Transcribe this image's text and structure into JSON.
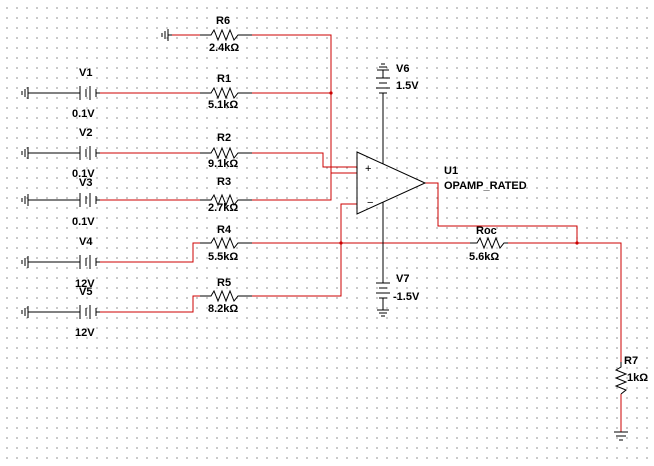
{
  "colors": {
    "wire": "#cc0000",
    "component": "#000000",
    "junction": "#cc0000"
  },
  "opamp": {
    "ref": "U1",
    "model": "OPAMP_RATED"
  },
  "sources": {
    "V1": {
      "ref": "V1",
      "value": "0.1V"
    },
    "V2": {
      "ref": "V2",
      "value": "0.1V"
    },
    "V3": {
      "ref": "V3",
      "value": "0.1V"
    },
    "V4": {
      "ref": "V4",
      "value": "12V"
    },
    "V5": {
      "ref": "V5",
      "value": "12V"
    },
    "V6": {
      "ref": "V6",
      "value": "1.5V"
    },
    "V7": {
      "ref": "V7",
      "value": "-1.5V"
    }
  },
  "resistors": {
    "R1": {
      "ref": "R1",
      "value": "5.1kΩ"
    },
    "R2": {
      "ref": "R2",
      "value": "9.1kΩ"
    },
    "R3": {
      "ref": "R3",
      "value": "2.7kΩ"
    },
    "R4": {
      "ref": "R4",
      "value": "5.5kΩ"
    },
    "R5": {
      "ref": "R5",
      "value": "8.2kΩ"
    },
    "R6": {
      "ref": "R6",
      "value": "2.4kΩ"
    },
    "R7": {
      "ref": "R7",
      "value": "1kΩ"
    },
    "Roc": {
      "ref": "Roc",
      "value": "5.6kΩ"
    }
  },
  "opamp_pins": {
    "plus": "+",
    "minus": "−"
  }
}
